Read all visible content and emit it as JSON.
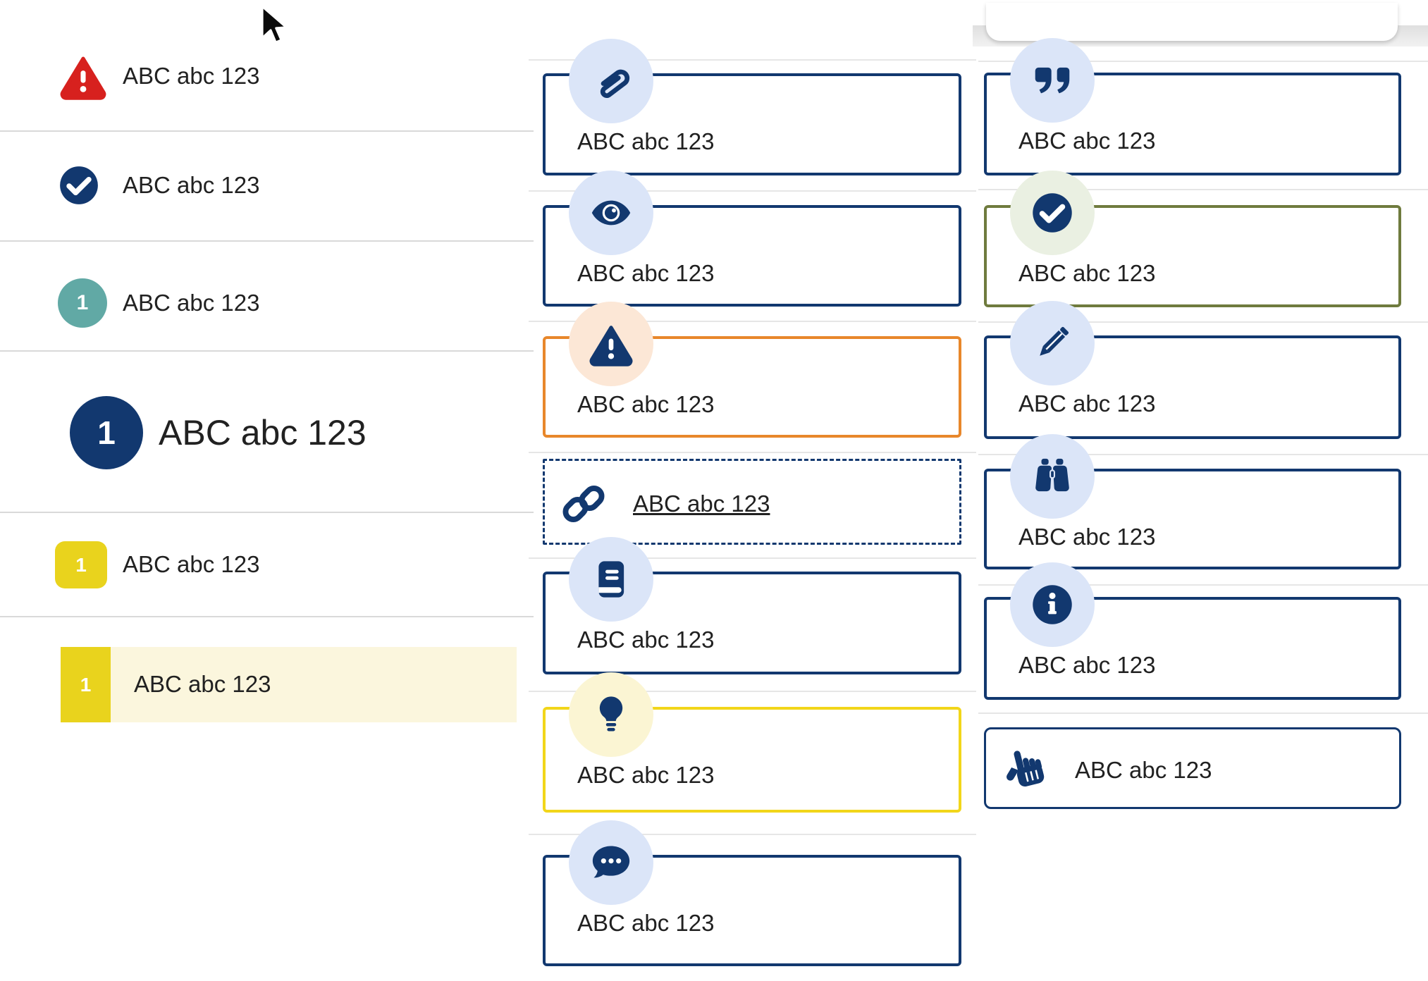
{
  "colors": {
    "navy": "#12386f",
    "red": "#d7211e",
    "teal": "#61a9a5",
    "yellow_badge": "#e9d31d",
    "yellow_border": "#f2d61a",
    "orange_border": "#e8872b",
    "olive_border": "#6f7b3e",
    "circle_blue": "#dbe5f8",
    "circle_peach": "#fce7d6",
    "circle_green": "#eaf0e2",
    "circle_yellow": "#fbf5d3",
    "highlight_bg": "#fbf6dd",
    "text": "#212121"
  },
  "left": {
    "items": [
      {
        "label": "ABC abc 123",
        "icon": "warning-triangle-icon"
      },
      {
        "label": "ABC abc 123",
        "icon": "check-circle-icon"
      },
      {
        "label": "ABC abc 123",
        "badge": "1"
      },
      {
        "label": "ABC abc 123",
        "badge": "1"
      },
      {
        "label": "ABC abc 123",
        "badge": "1"
      },
      {
        "label": "ABC abc 123",
        "badge": "1"
      }
    ]
  },
  "middle": {
    "items": [
      {
        "label": "ABC abc 123",
        "icon": "paperclip-icon"
      },
      {
        "label": "ABC abc 123",
        "icon": "eye-icon"
      },
      {
        "label": "ABC abc 123",
        "icon": "warning-triangle-icon"
      },
      {
        "label": "ABC abc 123",
        "icon": "link-icon"
      },
      {
        "label": "ABC abc 123",
        "icon": "book-icon"
      },
      {
        "label": "ABC abc 123",
        "icon": "lightbulb-icon"
      },
      {
        "label": "ABC abc 123",
        "icon": "chat-icon"
      }
    ]
  },
  "right": {
    "items": [
      {
        "label": "ABC abc 123",
        "icon": "quote-icon"
      },
      {
        "label": "ABC abc 123",
        "icon": "check-circle-icon"
      },
      {
        "label": "ABC abc 123",
        "icon": "pencil-icon"
      },
      {
        "label": "ABC abc 123",
        "icon": "binoculars-icon"
      },
      {
        "label": "ABC abc 123",
        "icon": "info-icon"
      },
      {
        "label": "ABC abc 123",
        "icon": "hand-point-up-icon"
      }
    ]
  }
}
